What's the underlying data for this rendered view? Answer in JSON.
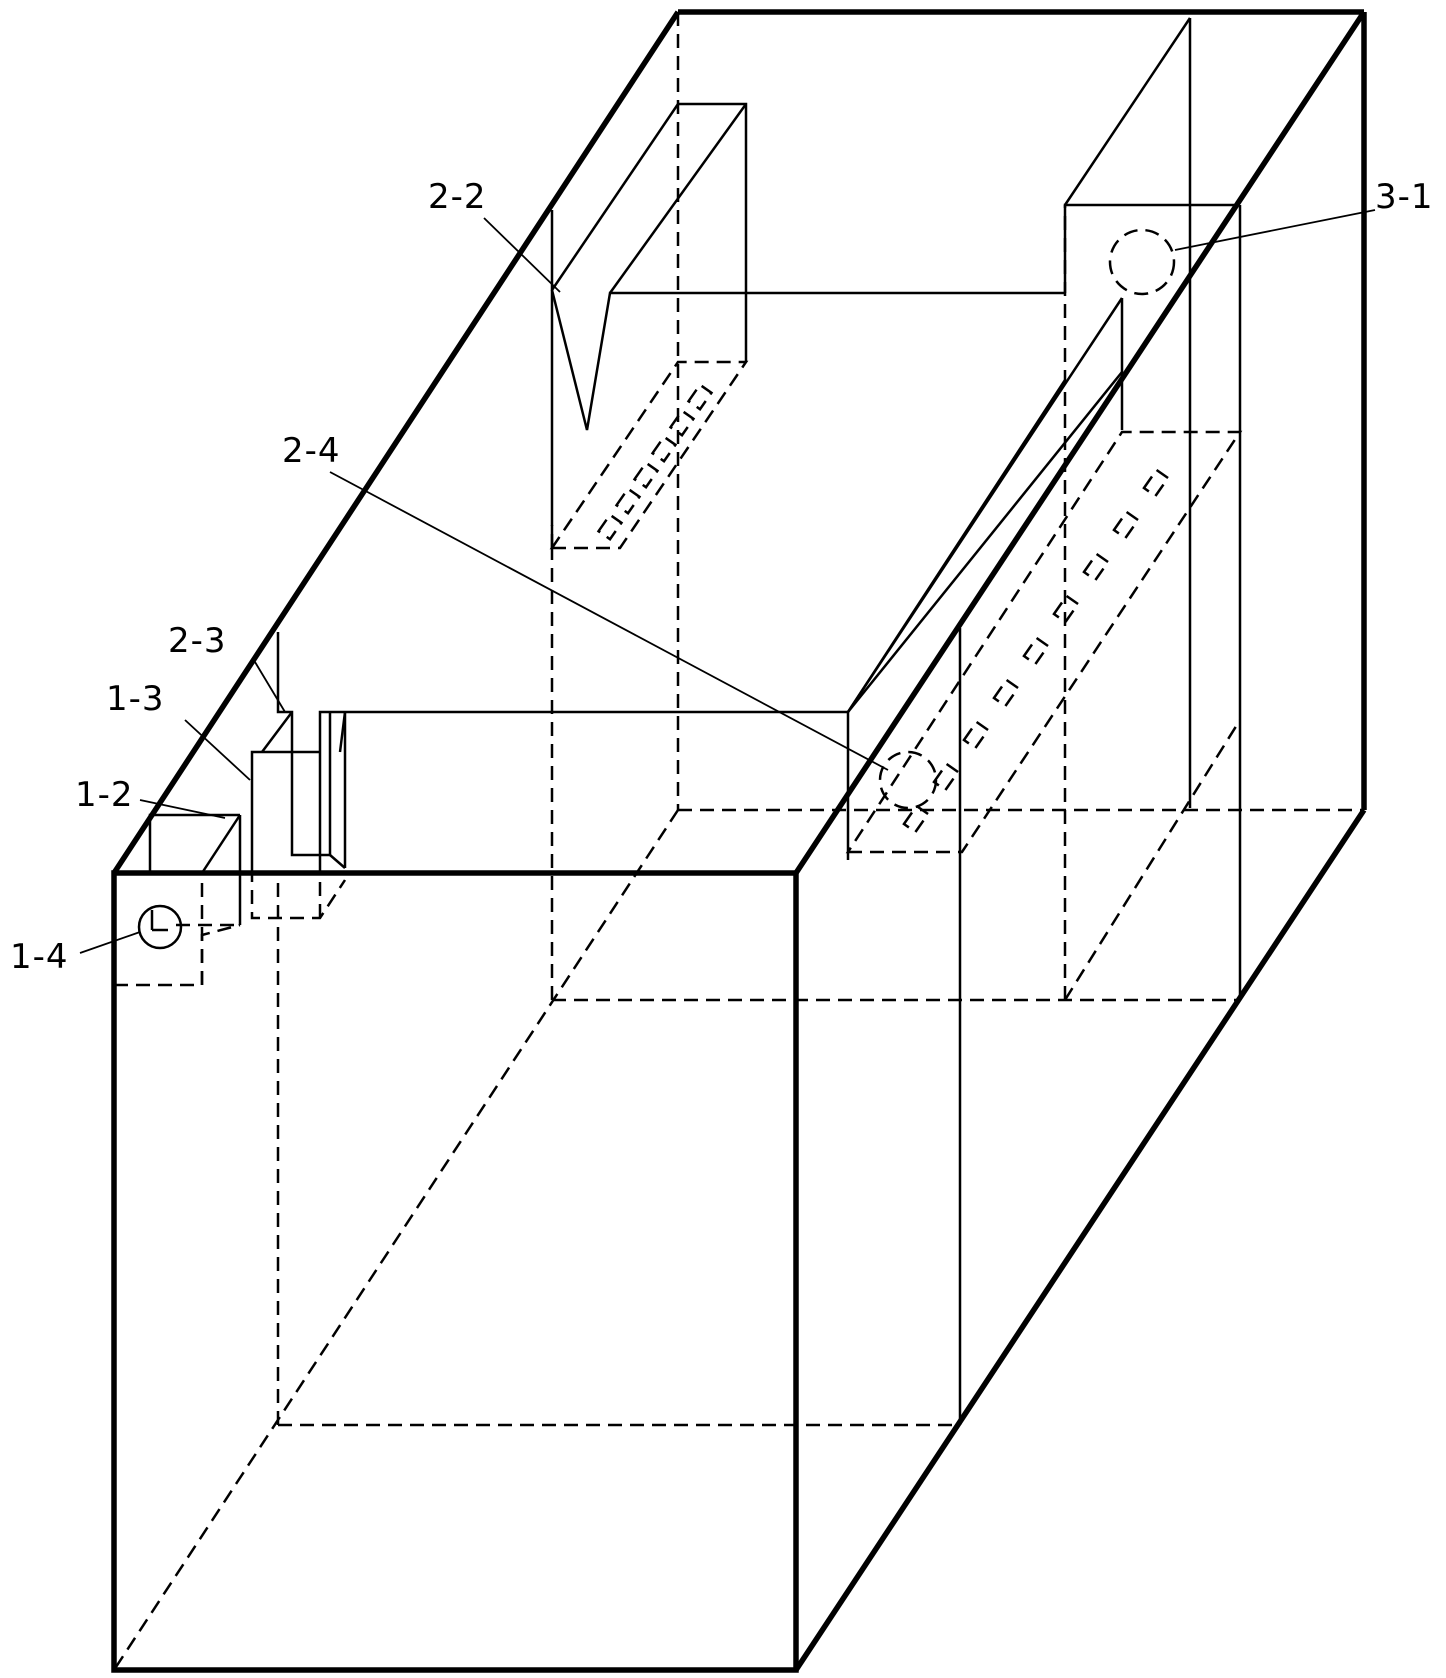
{
  "labels": {
    "l_2_2": "2-2",
    "l_3_1": "3-1",
    "l_2_4": "2-4",
    "l_2_3": "2-3",
    "l_1_3": "1-3",
    "l_1_2": "1-2",
    "l_1_4": "1-4"
  },
  "colors": {
    "line": "#000000",
    "background": "#ffffff"
  }
}
